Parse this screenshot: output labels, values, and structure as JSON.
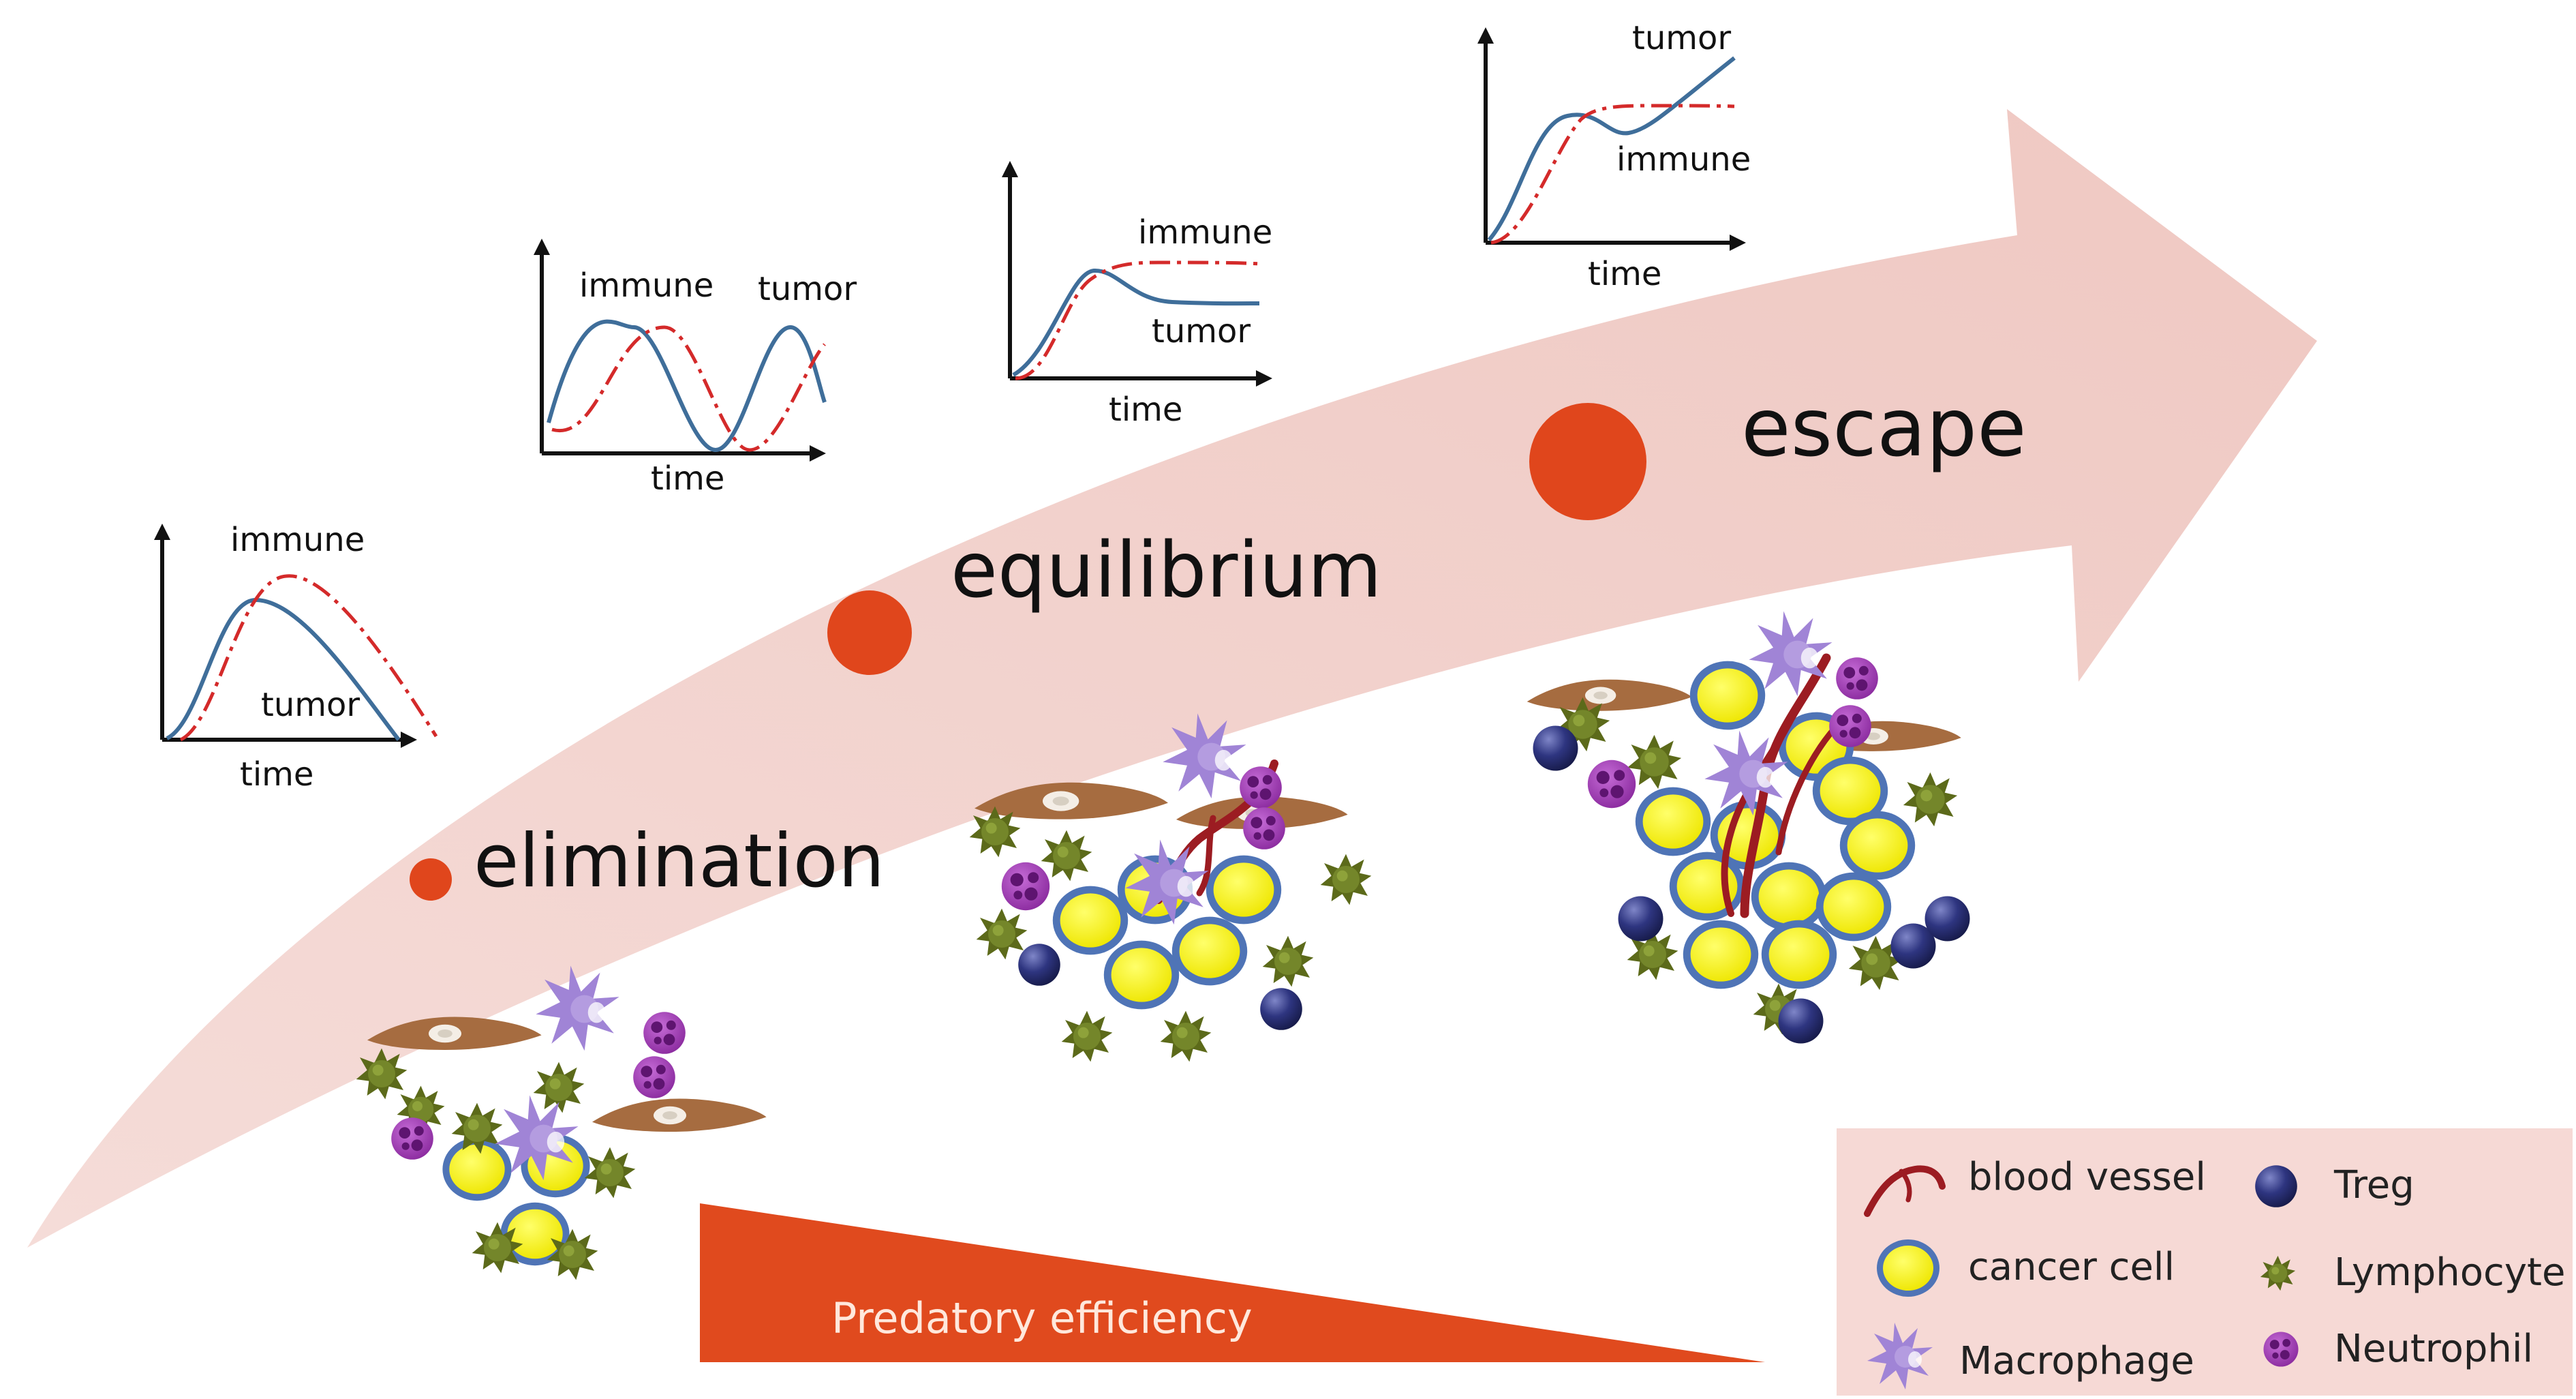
{
  "stages": {
    "elimination": "elimination",
    "equilibrium": "equilibrium",
    "escape": "escape"
  },
  "graphs": {
    "elimination": {
      "immune": "immune",
      "tumor": "tumor",
      "xaxis": "time"
    },
    "oscillation": {
      "immune": "immune",
      "tumor": "tumor",
      "xaxis": "time"
    },
    "equilibrium": {
      "immune": "immune",
      "tumor": "tumor",
      "xaxis": "time"
    },
    "escape": {
      "immune": "immune",
      "tumor": "tumor",
      "xaxis": "time"
    }
  },
  "predatory_efficiency": "Predatory efficiency",
  "legend": {
    "blood_vessel": "blood vessel",
    "cancer_cell": "cancer cell",
    "macrophage": "Macrophage",
    "treg": "Treg",
    "lymphocyte": "Lymphocyte",
    "neutrophil": "Neutrophil"
  },
  "colors": {
    "arrow": "#f2cfcb",
    "stage_dot": "#e0461c",
    "wedge": "#e04a1e",
    "immune_curve": "#d42a2a",
    "tumor_curve": "#3f6e9a",
    "cancer_cell_fill": "#f6f20f",
    "cancer_cell_ring": "#4a6fb0",
    "lymphocyte": "#5f6b1e",
    "macrophage": "#9a7ad0",
    "neutrophil": "#9a3aa8",
    "treg": "#2a2f6e",
    "blood_vessel": "#9c1c22",
    "fibroblast": "#a26a3e",
    "legend_bg": "#f6d9d5"
  }
}
